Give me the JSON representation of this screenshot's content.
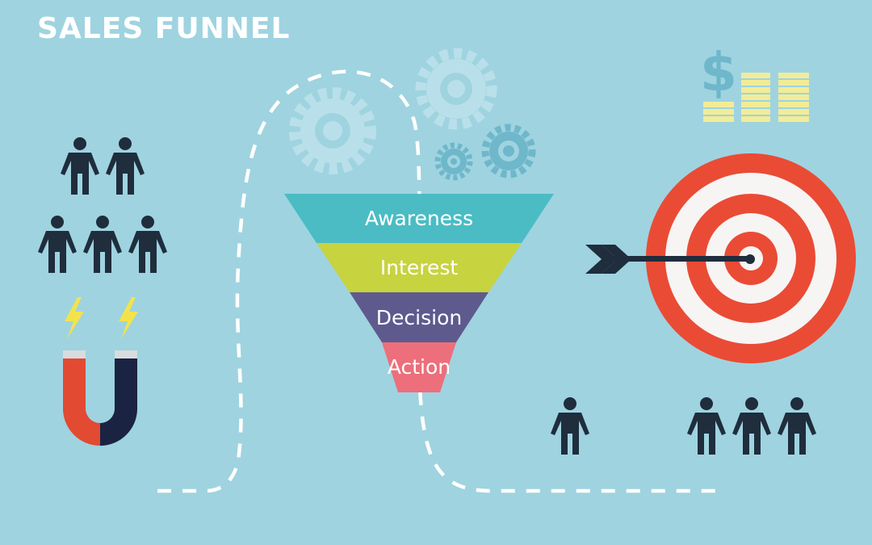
{
  "title": "SALES FUNNEL",
  "funnel": {
    "stages": [
      {
        "label": "Awareness",
        "color": "#4bbcc4"
      },
      {
        "label": "Interest",
        "color": "#c7d33f"
      },
      {
        "label": "Decision",
        "color": "#5f5a8e"
      },
      {
        "label": "Action",
        "color": "#ec6f7b"
      }
    ]
  },
  "icons": {
    "dollar": "dollar-sign-icon",
    "coins": "coin-stack-icon",
    "gears": "gear-icon",
    "target": "target-icon",
    "arrow": "arrow-icon",
    "magnet": "magnet-icon",
    "bolt": "lightning-bolt-icon",
    "person": "person-icon"
  },
  "colors": {
    "background": "#9fd3e0",
    "figure": "#1f2d3d",
    "dashed_path": "#ffffff",
    "gear": "#b9e0ea",
    "gear_dark": "#6fb7cb",
    "money": "#f2ec97",
    "target_red": "#ea4b35",
    "target_white": "#f7f4f4",
    "magnet_red": "#e24a32",
    "magnet_navy": "#1b2342",
    "bolt": "#f3e34b"
  }
}
